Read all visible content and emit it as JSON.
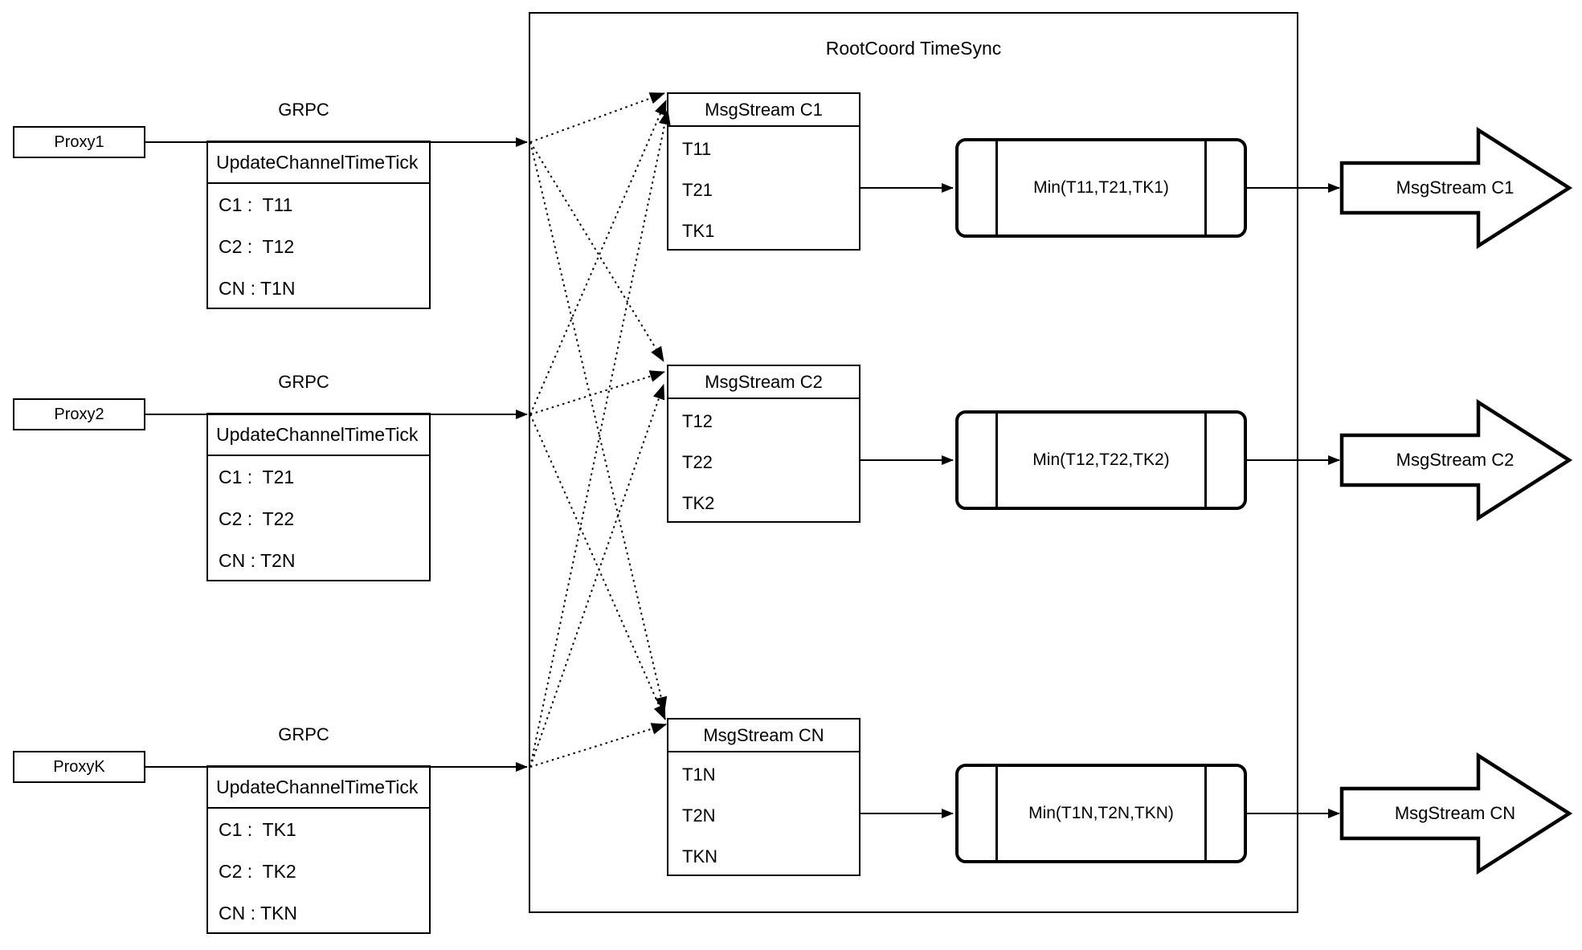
{
  "diagram": {
    "background": "#ffffff",
    "line_color": "#000000",
    "rootcoord": {
      "title": "RootCoord TimeSync"
    },
    "grpc_label": "GRPC",
    "proxies": [
      {
        "name": "Proxy1",
        "table_header": "UpdateChannelTimeTick",
        "rows": [
          "C1 :  T11",
          "C2 :  T12",
          "CN : T1N"
        ]
      },
      {
        "name": "Proxy2",
        "table_header": "UpdateChannelTimeTick",
        "rows": [
          "C1 :  T21",
          "C2 :  T22",
          "CN : T2N"
        ]
      },
      {
        "name": "ProxyK",
        "table_header": "UpdateChannelTimeTick",
        "rows": [
          "C1 :  TK1",
          "C2 :  TK2",
          "CN : TKN"
        ]
      }
    ],
    "streams": [
      {
        "title": "MsgStream C1",
        "inputs": [
          "T11",
          "T21",
          "TK1"
        ],
        "min_label": "Min(T11,T21,TK1)",
        "output_label": "MsgStream C1"
      },
      {
        "title": "MsgStream C2",
        "inputs": [
          "T12",
          "T22",
          "TK2"
        ],
        "min_label": "Min(T12,T22,TK2)",
        "output_label": "MsgStream C2"
      },
      {
        "title": "MsgStream CN",
        "inputs": [
          "T1N",
          "T2N",
          "TKN"
        ],
        "min_label": "Min(T1N,T2N,TKN)",
        "output_label": "MsgStream CN"
      }
    ]
  }
}
